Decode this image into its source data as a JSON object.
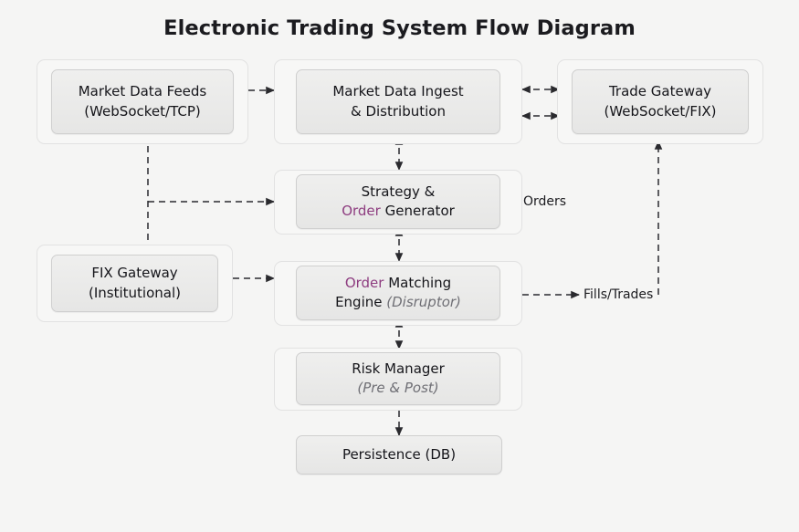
{
  "title": "Electronic Trading System Flow Diagram",
  "theme": {
    "background": "#f5f5f4",
    "accent": "#8e3d80",
    "node_border": "#cfcfcf",
    "cluster_border": "#e2e2e2",
    "edge": "#2a2a2e",
    "text": "#15151a",
    "muted_text": "#6f6f75"
  },
  "nodes": {
    "market_data_feeds": {
      "line1": "Market Data Feeds",
      "line2": "(WebSocket/TCP)"
    },
    "market_data_ingest": {
      "line1": "Market Data Ingest",
      "line2": "& Distribution"
    },
    "trade_gateway": {
      "line1": "Trade Gateway",
      "line2": "(WebSocket/FIX)"
    },
    "strategy_order_generator": {
      "line1": "Strategy &",
      "line2_accent": "Order",
      "line2_rest": " Generator"
    },
    "fix_gateway": {
      "line1": "FIX Gateway",
      "line2": "(Institutional)"
    },
    "order_matching_engine": {
      "line1_accent": "Order",
      "line1_rest": " Matching",
      "line2": "Engine ",
      "line2_italic": "(Disruptor)"
    },
    "risk_manager": {
      "line1": "Risk Manager",
      "line2_italic": "(Pre & Post)"
    },
    "persistence": {
      "line1": "Persistence (DB)"
    }
  },
  "edge_labels": {
    "orders": "Orders",
    "fills_trades": "Fills/Trades"
  }
}
